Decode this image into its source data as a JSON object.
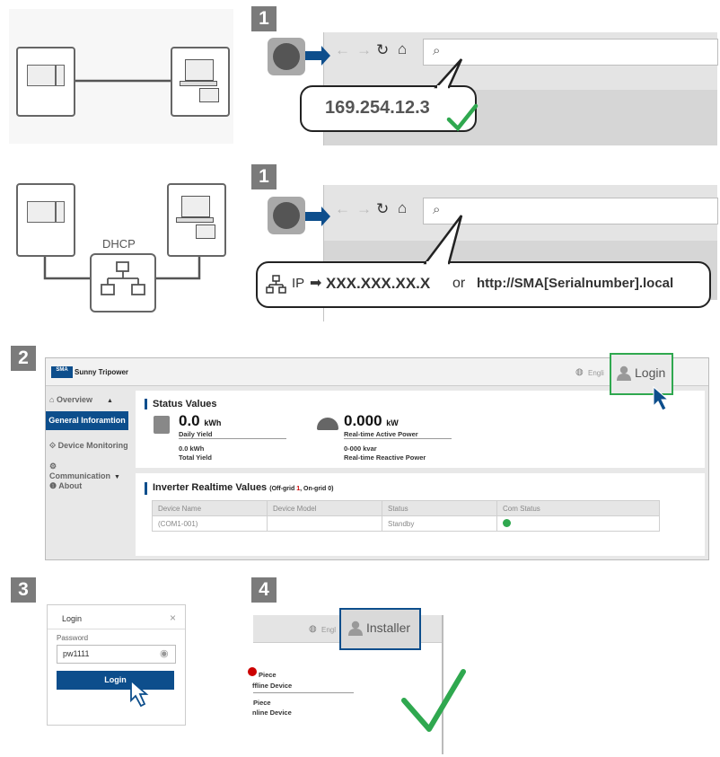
{
  "steps": {
    "s1a": "1",
    "s1b": "1",
    "s2": "2",
    "s3": "3",
    "s4": "4"
  },
  "browser": {
    "back": "←",
    "forward": "→",
    "reload": "↻",
    "home": "⌂",
    "search": "⌕"
  },
  "direct_connection": {
    "ip_address": "169.254.12.3"
  },
  "dhcp_connection": {
    "label": "DHCP",
    "ip_prefix": "IP",
    "ip_pattern": "XXX.XXX.XX.X",
    "or": "or",
    "url": "http://SMA[Serialnumber].local"
  },
  "webui": {
    "logo": "SMA",
    "product": "Sunny Tripower",
    "language": "Engli",
    "login_button": "Login",
    "sidebar": {
      "overview": "Overview",
      "general": "General Inforamtion",
      "device_monitoring": "Device Monitoring",
      "communication": "Communication",
      "about": "About"
    },
    "status": {
      "title": "Status Values",
      "daily_yield_value": "0.0",
      "daily_yield_unit": "kWh",
      "daily_yield_label": "Daily Yield",
      "total_yield_value": "0.0 kWh",
      "total_yield_label": "Total Yield",
      "active_power_value": "0.000",
      "active_power_unit": "kW",
      "active_power_label": "Real-time Active Power",
      "reactive_power_value": "0-000 kvar",
      "reactive_power_label": "Real-time Reactive Power"
    },
    "realtime": {
      "title": "Inverter Realtime Values",
      "subtitle_pre": "(Off-grid",
      "offgrid_count": "1",
      "subtitle_mid": ", On-grid",
      "ongrid_count": "0)",
      "columns": [
        "Device Name",
        "Device Model",
        "Status",
        "Com Status"
      ],
      "row": {
        "device_name": "(COM1-001)",
        "device_model": "",
        "status": "Standby"
      }
    }
  },
  "login_dialog": {
    "title": "Login",
    "close": "×",
    "password_label": "Password",
    "password_value": "pw1111",
    "button": "Login"
  },
  "installer_view": {
    "language": "Engl",
    "user": "Installer",
    "line1": "Piece",
    "line2": "ffline Device",
    "line3": "Piece",
    "line4": "nline Device"
  },
  "colors": {
    "accent": "#0d4e8c",
    "success": "#2fa84f",
    "step": "#7b7b7b"
  }
}
